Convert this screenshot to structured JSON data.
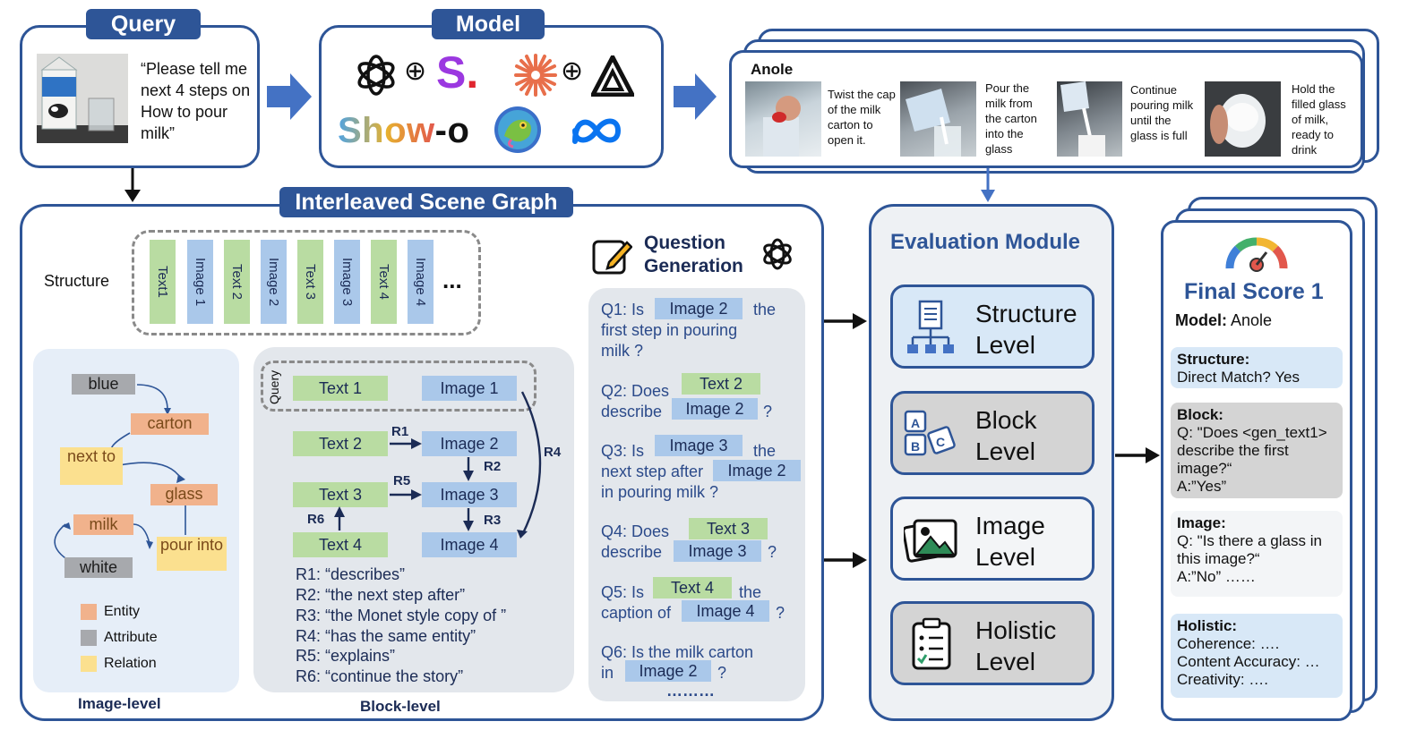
{
  "query": {
    "tab": "Query",
    "text": "“Please tell me next 4 steps on How to pour milk”"
  },
  "model": {
    "tab": "Model",
    "showo_a": "Show",
    "showo_b": "-o",
    "s_letter": "S"
  },
  "anole": {
    "title": "Anole",
    "steps": [
      "Twist the cap of the milk carton to open it.",
      "Pour the milk from the carton into the glass",
      "Continue pouring milk until the glass is full",
      "Hold the filled glass of milk, ready to drink"
    ]
  },
  "isg": {
    "tab": "Interleaved Scene Graph",
    "structure_label": "Structure",
    "structure_items": [
      "Text1",
      "Image 1",
      "Text 2",
      "Image 2",
      "Text 3",
      "Image 3",
      "Text 4",
      "Image 4"
    ],
    "ellipsis": "...",
    "image_level": {
      "caption": "Image-level",
      "nodes": {
        "blue": "blue",
        "carton": "carton",
        "next_to": "next to",
        "glass": "glass",
        "milk": "milk",
        "pour_into": "pour into",
        "white": "white"
      },
      "legend": [
        "Entity",
        "Attribute",
        "Relation"
      ]
    },
    "block_level": {
      "caption": "Block-level",
      "query_label": "Query",
      "texts": [
        "Text 1",
        "Text 2",
        "Text 3",
        "Text 4"
      ],
      "images": [
        "Image 1",
        "Image 2",
        "Image 3",
        "Image 4"
      ],
      "rel_labels": [
        "R1",
        "R2",
        "R3",
        "R4",
        "R5",
        "R6"
      ],
      "relations": [
        "R1: “describes”",
        "R2: “the next step after”",
        "R3: “the Monet style copy of ”",
        "R4: “has the same entity”",
        "R5:  “explains”",
        "R6: “continue the story”"
      ]
    }
  },
  "question_generation": {
    "title_1": "Question",
    "title_2": "Generation",
    "q1": {
      "a": "Q1: Is",
      "chip": "Image 2",
      "b": "the",
      "c": "first step in pouring",
      "d": "milk ?"
    },
    "q2": {
      "chip1": "Text 2",
      "a": "Q2: Does",
      "b": "describe",
      "chip2": "Image 2",
      "c": "?"
    },
    "q3": {
      "a": "Q3: Is",
      "chip1": "Image 3",
      "b": "the",
      "c": "next step after",
      "chip2": "Image 2",
      "d": "in pouring milk ?"
    },
    "q4": {
      "a": "Q4: Does",
      "chip1": "Text 3",
      "b": "describe",
      "chip2": "Image 3",
      "c": "?"
    },
    "q5": {
      "a": "Q5: Is",
      "chip1": "Text 4",
      "b": "the",
      "c": "caption of",
      "chip2": "Image 4",
      "d": "?"
    },
    "q6": {
      "a": "Q6: Is the milk carton",
      "b": "in",
      "chip": "Image 2",
      "c": "?"
    },
    "dots": "………"
  },
  "evaluation": {
    "title": "Evaluation Module",
    "levels": [
      {
        "l1": "Structure",
        "l2": "Level"
      },
      {
        "l1": "Block",
        "l2": "Level"
      },
      {
        "l1": "Image",
        "l2": "Level"
      },
      {
        "l1": "Holistic",
        "l2": "Level"
      }
    ]
  },
  "final_score": {
    "title": "Final Score 1",
    "model_label": "Model:",
    "model_value": " Anole",
    "structure": {
      "head": "Structure:",
      "body": "Direct Match? Yes"
    },
    "block": {
      "head": "Block:",
      "body": "Q: \"Does <gen_text1> describe the first image?“",
      "ans": "A:”Yes”"
    },
    "image": {
      "head": "Image:",
      "body": "Q: \"Is there a glass in this image?“",
      "ans": "A:”No” ……"
    },
    "holistic": {
      "head": "Holistic:",
      "lines": [
        "Coherence:  ….",
        "Content Accuracy:  …",
        "Creativity:  …."
      ]
    }
  },
  "colors": {
    "frame": "#2e5597",
    "text_chip": "#b9dca2",
    "image_chip": "#aac8ea",
    "entity": "#f1b28c",
    "attribute": "#a7a9ad",
    "relation": "#fbe08f",
    "level_blue": "#d8e8f7",
    "level_gray": "#d4d4d4"
  }
}
